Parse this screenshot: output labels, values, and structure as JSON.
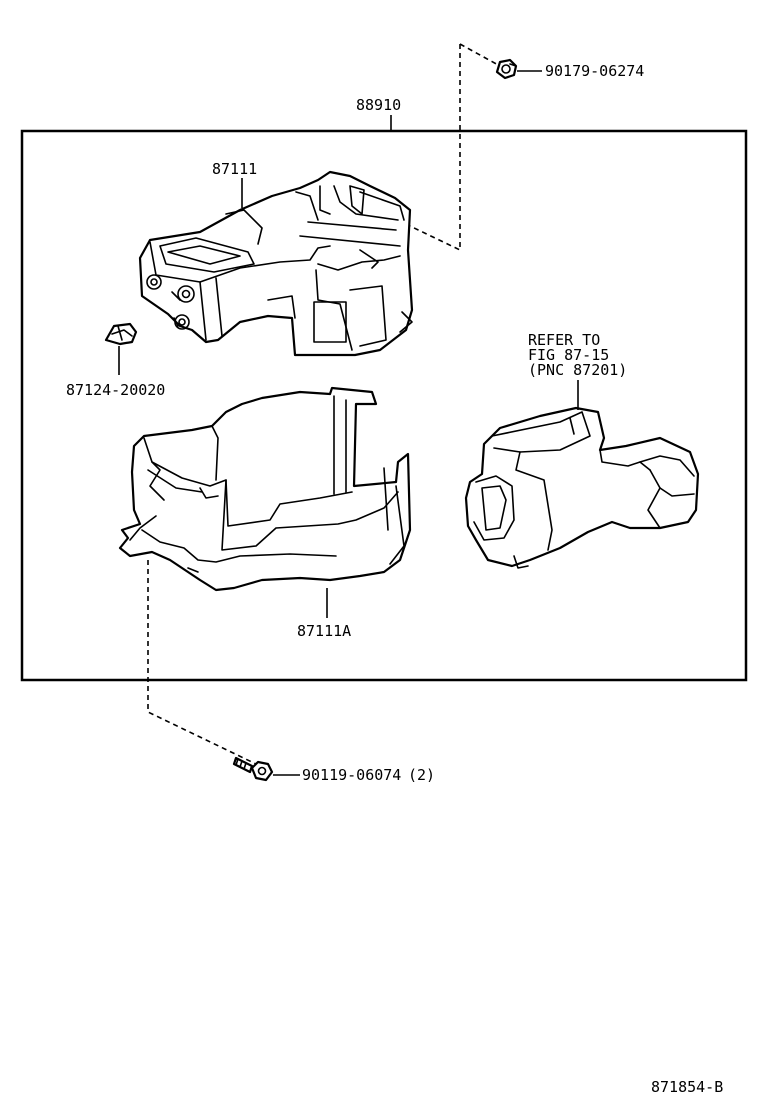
{
  "labels": {
    "assembly": "88910",
    "nut": "90179-06274",
    "upper_case": "87111",
    "clip": "87124-20020",
    "refer_line1": "REFER TO",
    "refer_line2": "FIG 87-15",
    "refer_line3": "(PNC 87201)",
    "lower_case": "87111A",
    "bolt": "90119-06074",
    "bolt_qty": "(2)",
    "figure_code": "871854-B"
  },
  "colors": {
    "line": "#000000",
    "background": "#ffffff"
  },
  "icons": [
    "nut-icon",
    "bolt-icon",
    "clip-icon"
  ]
}
